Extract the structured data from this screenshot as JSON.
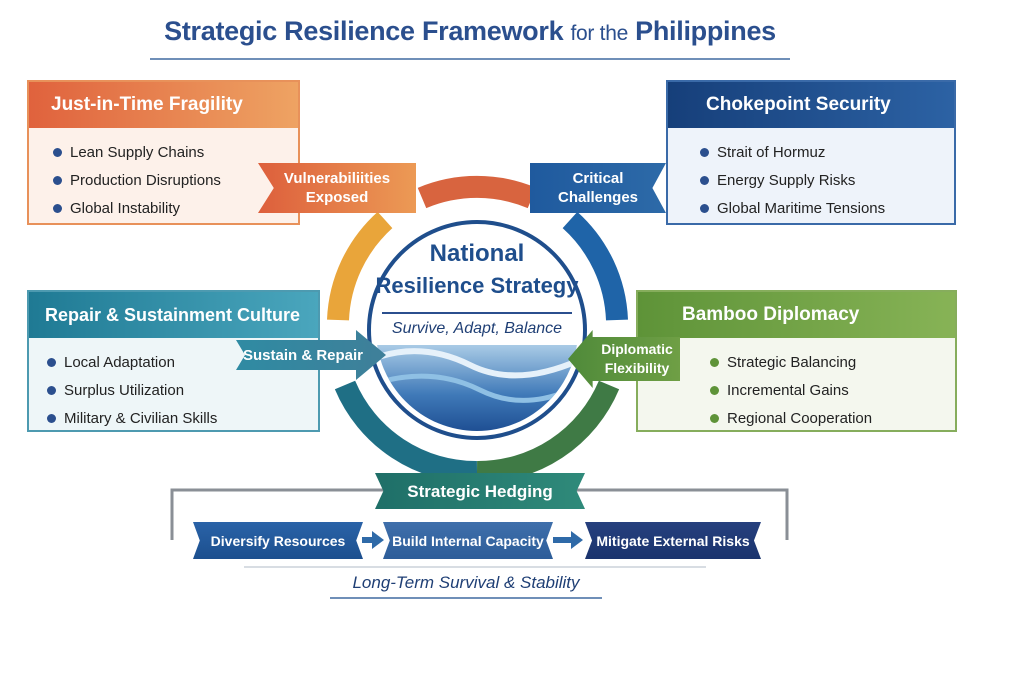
{
  "title": {
    "part1": "Strategic Resilience Framework",
    "part2": "for the",
    "part3": "Philippines"
  },
  "boxes": {
    "jit": {
      "title": "Just-in-Time Fragility",
      "items": [
        "Lean Supply Chains",
        "Production Disruptions",
        "Global Instability"
      ],
      "color": "#e8834a"
    },
    "choke": {
      "title": "Chokepoint Security",
      "items": [
        "Strait of Hormuz",
        "Energy Supply Risks",
        "Global Maritime Tensions"
      ],
      "color": "#1f4e8c"
    },
    "repair": {
      "title": "Repair & Sustainment Culture",
      "items": [
        "Local Adaptation",
        "Surplus Utilization",
        "Military & Civilian Skills"
      ],
      "color": "#2f8ba3"
    },
    "bamboo": {
      "title": "Bamboo Diplomacy",
      "items": [
        "Strategic Balancing",
        "Incremental Gains",
        "Regional Cooperation"
      ],
      "color": "#6a9a3e"
    }
  },
  "ribbons": {
    "vulnerabilities": [
      "Vulnerabiliities",
      "Exposed"
    ],
    "critical": [
      "Critical",
      "Challenges"
    ],
    "sustain": "Sustain & Repair",
    "diplomatic": [
      "Diplomatic",
      "Flexibility"
    ]
  },
  "center": {
    "title1": "National",
    "title2": "Resilience Strategy",
    "subtitle": "Survive, Adapt, Balance"
  },
  "hedging": {
    "title": "Strategic Hedging",
    "steps": [
      "Diversify Resources",
      "Build Internal Capacity",
      "Mitigate External Risks"
    ]
  },
  "footer": "Long-Term Survival & Stability"
}
